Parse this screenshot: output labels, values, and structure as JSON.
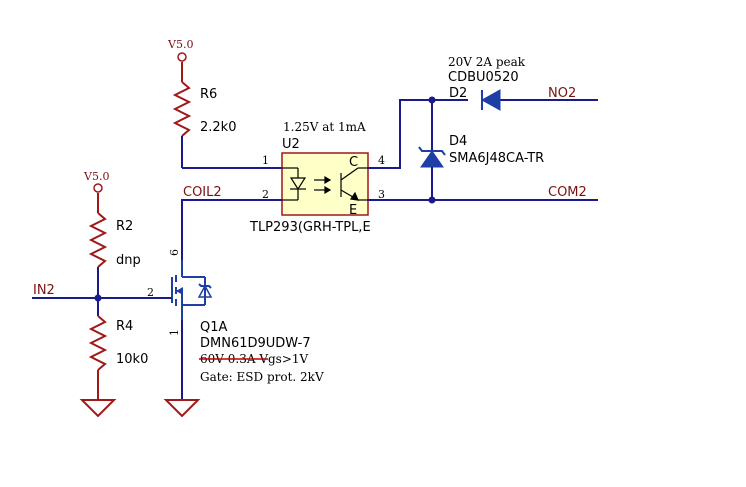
{
  "power": {
    "r6_rail": "V5.0",
    "r2_rail": "V5.0"
  },
  "nets": {
    "coil2": "COIL2",
    "in2": "IN2",
    "no2": "NO2",
    "com2": "COM2"
  },
  "r6": {
    "ref": "R6",
    "value": "2.2k0"
  },
  "r2": {
    "ref": "R2",
    "value": "dnp"
  },
  "r4": {
    "ref": "R4",
    "value": "10k0"
  },
  "u2": {
    "note": "1.25V at 1mA",
    "ref": "U2",
    "part": "TLP293(GRH-TPL,E",
    "pin_c": "C",
    "pin_e": "E",
    "pins": {
      "p1": "1",
      "p2": "2",
      "p3": "3",
      "p4": "4"
    }
  },
  "d2": {
    "rating": "20V 2A peak",
    "part": "CDBU0520",
    "ref": "D2"
  },
  "d4": {
    "ref": "D4",
    "part": "SMA6J48CA-TR"
  },
  "q1": {
    "ref": "Q1A",
    "part": "DMN61D9UDW-7",
    "rating": "60V 0.3A Vgs>1V",
    "gate_note": "Gate: ESD prot. 2kV",
    "pins": {
      "gate": "2",
      "drain": "6",
      "source": "1"
    }
  }
}
